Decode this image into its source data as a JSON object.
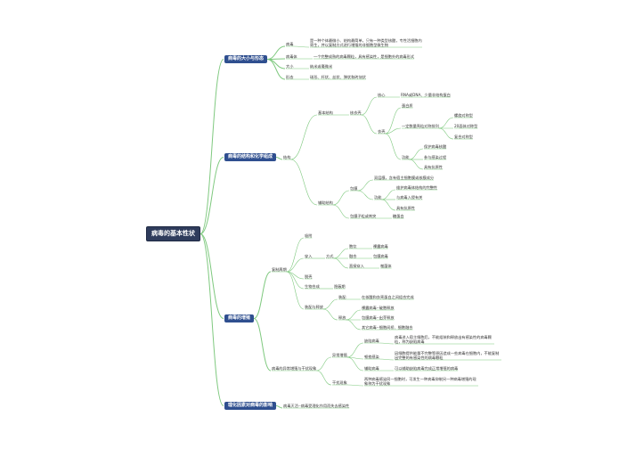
{
  "root": "病毒的基本性状",
  "branches": {
    "size": {
      "title": "病毒的大小与形态",
      "virion": "病毒",
      "virion_desc": "是一种个体最微小、结构最简单，只有一种类型核酸，专性活细胞内寄生，并以复制方式进行增殖的非细胞型微生物",
      "particle": "病毒体",
      "particle_desc": "一个完整成熟的病毒颗粒，具有感染性，是细胞外的病毒形式",
      "dim": "大小",
      "dim_desc": "纳米或毫微米",
      "shape": "形态",
      "shape_desc": "球形、杆状、丝状、弹状和砖块状"
    },
    "structure": {
      "title": "病毒的结构和化学组成",
      "struct": "结构",
      "basic": "基本结构",
      "nucleocapsid": "核衣壳",
      "core": "核心",
      "core_desc": "RNA或DNA、少量非结构蛋白",
      "capsid": "衣壳",
      "capsomere": "蛋白质",
      "symmetry": "一定数量壳粒对称排列",
      "sym1": "螺旋对称型",
      "sym2": "20面体对称型",
      "sym3": "复合对称型",
      "function": "功能",
      "func1": "保护病毒核酸",
      "func2": "参与感染过程",
      "func3": "具有抗原性",
      "aux": "辅助结构",
      "envelope": "包膜",
      "env_desc": "双层膜，含有宿主细胞膜或核膜成分",
      "env_func": "功能",
      "ef1": "维护病毒体结构的完整性",
      "ef2": "与病毒入侵有关",
      "ef3": "具有抗原性",
      "other": "包膜子粒或刺突",
      "other_desc": "糖蛋白"
    },
    "proliferation": {
      "title": "病毒的增殖",
      "replication": "复制周期",
      "adsorb": "吸附",
      "penetrate": "穿入",
      "method": "方式",
      "m1": "胞饮",
      "m1d": "裸露病毒",
      "m2": "融合",
      "m2d": "包膜病毒",
      "m3": "直接穿入",
      "m3d": "噬菌体",
      "uncoat": "脱壳",
      "biosyn": "生物合成",
      "biosyn_desc": "隐蔽期",
      "assembly": "装配与释放",
      "assem": "装配",
      "assem_desc": "在核酸和衣壳蛋白之间组合完成",
      "release": "释放",
      "r1": "裸露病毒--破胞释放",
      "r2": "包膜病毒--出芽释放",
      "r3": "其它病毒--细胞间桥、细胞融合",
      "abnormal": "病毒的异常增殖与干扰现象",
      "abn_prolif": "异常增殖",
      "defective": "缺陷病毒",
      "defective_desc": "病毒进入宿主细胞后，不能组装和释放出有感染性的病毒颗粒，称为缺陷病毒",
      "abortive": "顿挫感染",
      "abortive_desc": "因细胞提供能量不完整等原因造成一些病毒在细胞内，不能复制出完整的有感染性的病毒颗粒",
      "helper": "辅助病毒",
      "helper_desc": "可以辅助缺陷病毒完成正常增殖的病毒",
      "interference": "干扰现象",
      "interference_desc": "两种病毒感染同一细胞时，可发生一种病毒抑制另一种病毒增殖的现象称为干扰现象"
    },
    "physchem": {
      "title": "理化因素对病毒的影响",
      "desc": "病毒灭活--病毒受理化作用而失去感染性"
    }
  }
}
